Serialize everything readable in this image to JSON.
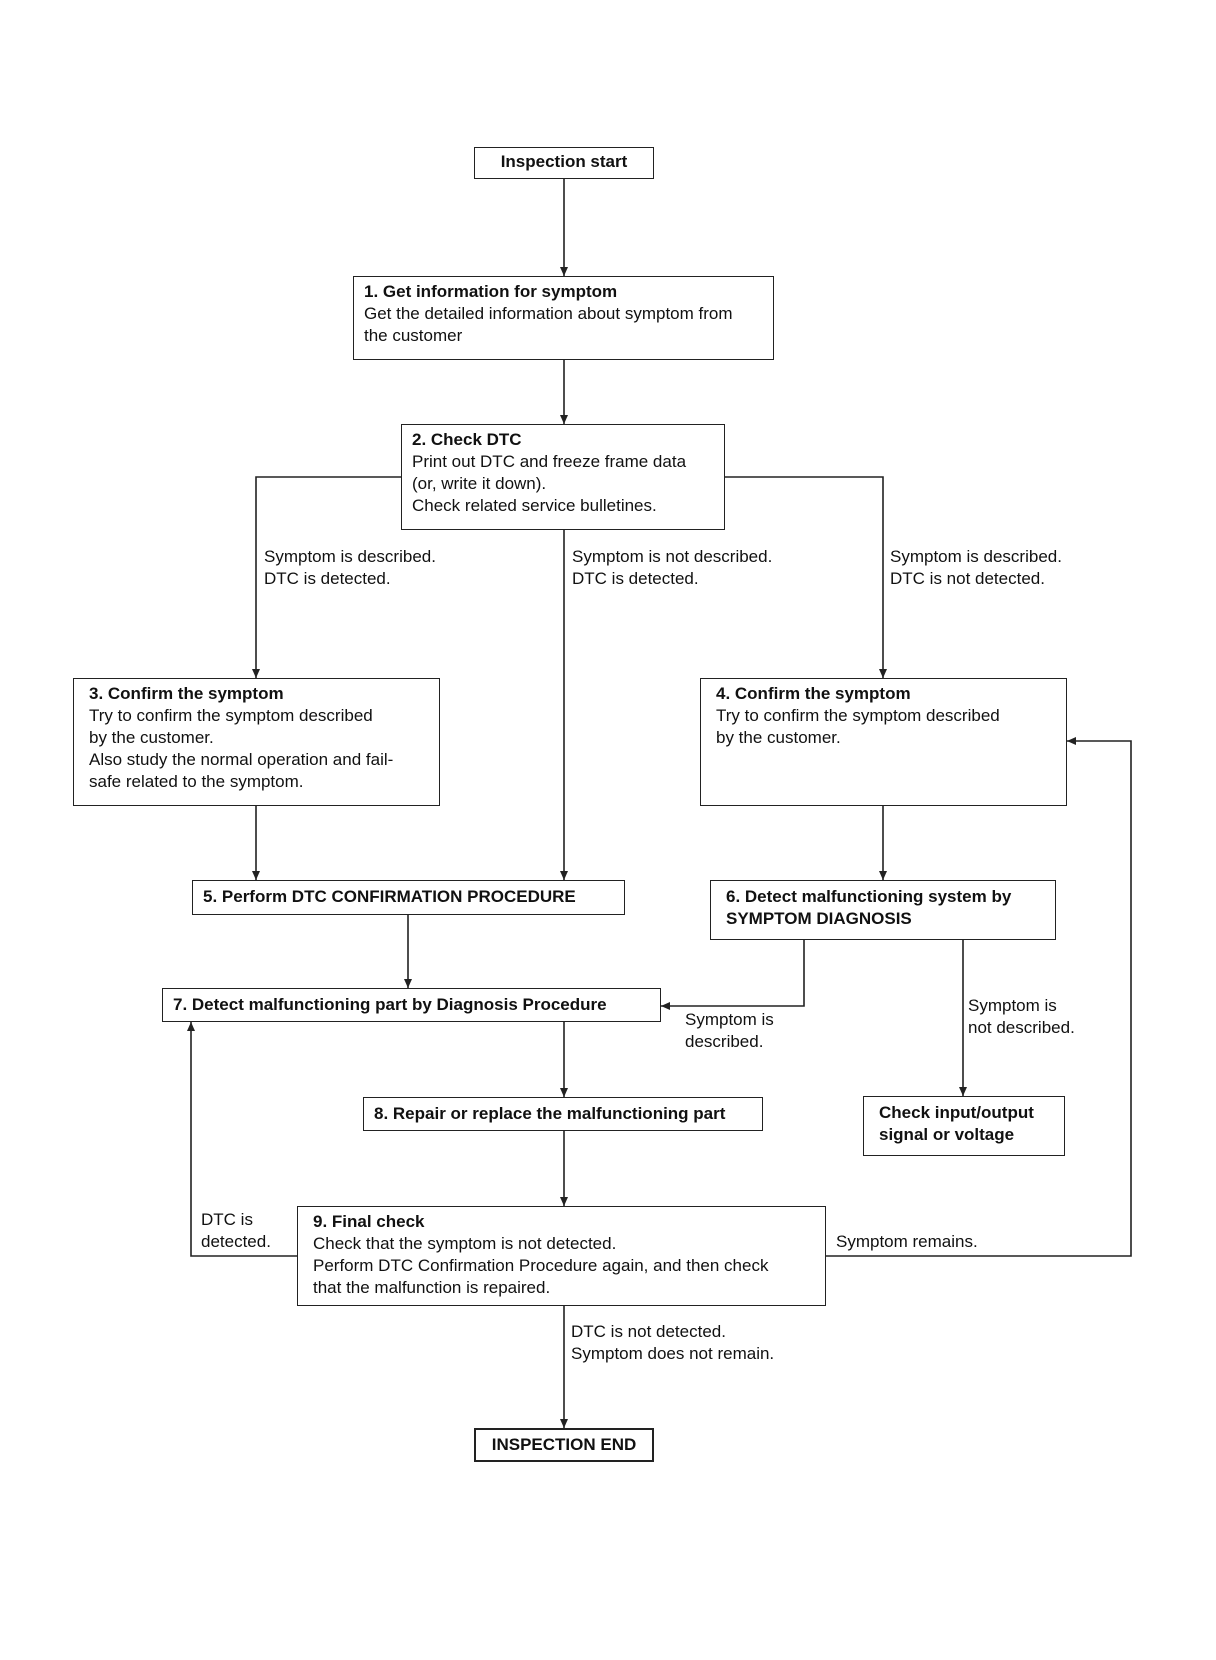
{
  "nodes": {
    "start": {
      "label": "Inspection start"
    },
    "s1": {
      "title": "1. Get information for symptom",
      "body": "Get the detailed information about symptom from\nthe customer"
    },
    "s2": {
      "title": "2. Check DTC",
      "body": "Print out DTC and freeze frame data\n(or, write it down).\nCheck related service bulletines."
    },
    "s3": {
      "title": "3. Confirm the symptom",
      "body": "Try to confirm the symptom described\nby the customer.\nAlso study the normal operation and fail-\nsafe related to the symptom."
    },
    "s4": {
      "title": "4. Confirm the symptom",
      "body": "Try to confirm the symptom described\nby the customer."
    },
    "s5": {
      "title": "5. Perform DTC CONFIRMATION PROCEDURE"
    },
    "s6": {
      "title": "6. Detect malfunctioning system by\nSYMPTOM DIAGNOSIS"
    },
    "s7": {
      "title": "7. Detect malfunctioning part by Diagnosis Procedure"
    },
    "s8": {
      "title": "8. Repair or replace the malfunctioning part"
    },
    "check_io": {
      "title": "Check input/output\nsignal or voltage"
    },
    "s9": {
      "title": "9. Final check",
      "body": "Check that the symptom is not detected.\nPerform DTC Confirmation Procedure again, and then check\nthat the malfunction is repaired."
    },
    "end": {
      "label": "INSPECTION END"
    }
  },
  "edge_labels": {
    "left_branch": "Symptom is described.\nDTC is detected.",
    "middle_branch": "Symptom is not described.\nDTC is detected.",
    "right_branch": "Symptom is described.\nDTC is not detected.",
    "s6_to_s7": "Symptom is\ndescribed.",
    "s6_to_io": "Symptom is\nnot described.",
    "s9_to_s7": "DTC is\ndetected.",
    "s9_to_s4": "Symptom remains.",
    "s9_to_end": "DTC is not detected.\nSymptom does not remain."
  }
}
